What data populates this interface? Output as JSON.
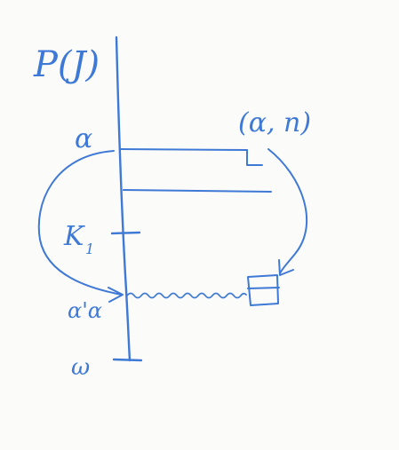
{
  "labels": {
    "title": "P(J)",
    "top_point": "α",
    "pair": "(α, n)",
    "k1": "K",
    "k1_sub": "1",
    "mid_point": "α'α",
    "bottom": "ω"
  },
  "colors": {
    "paper": "#fbfbf9",
    "ink": "#3f79d6"
  }
}
